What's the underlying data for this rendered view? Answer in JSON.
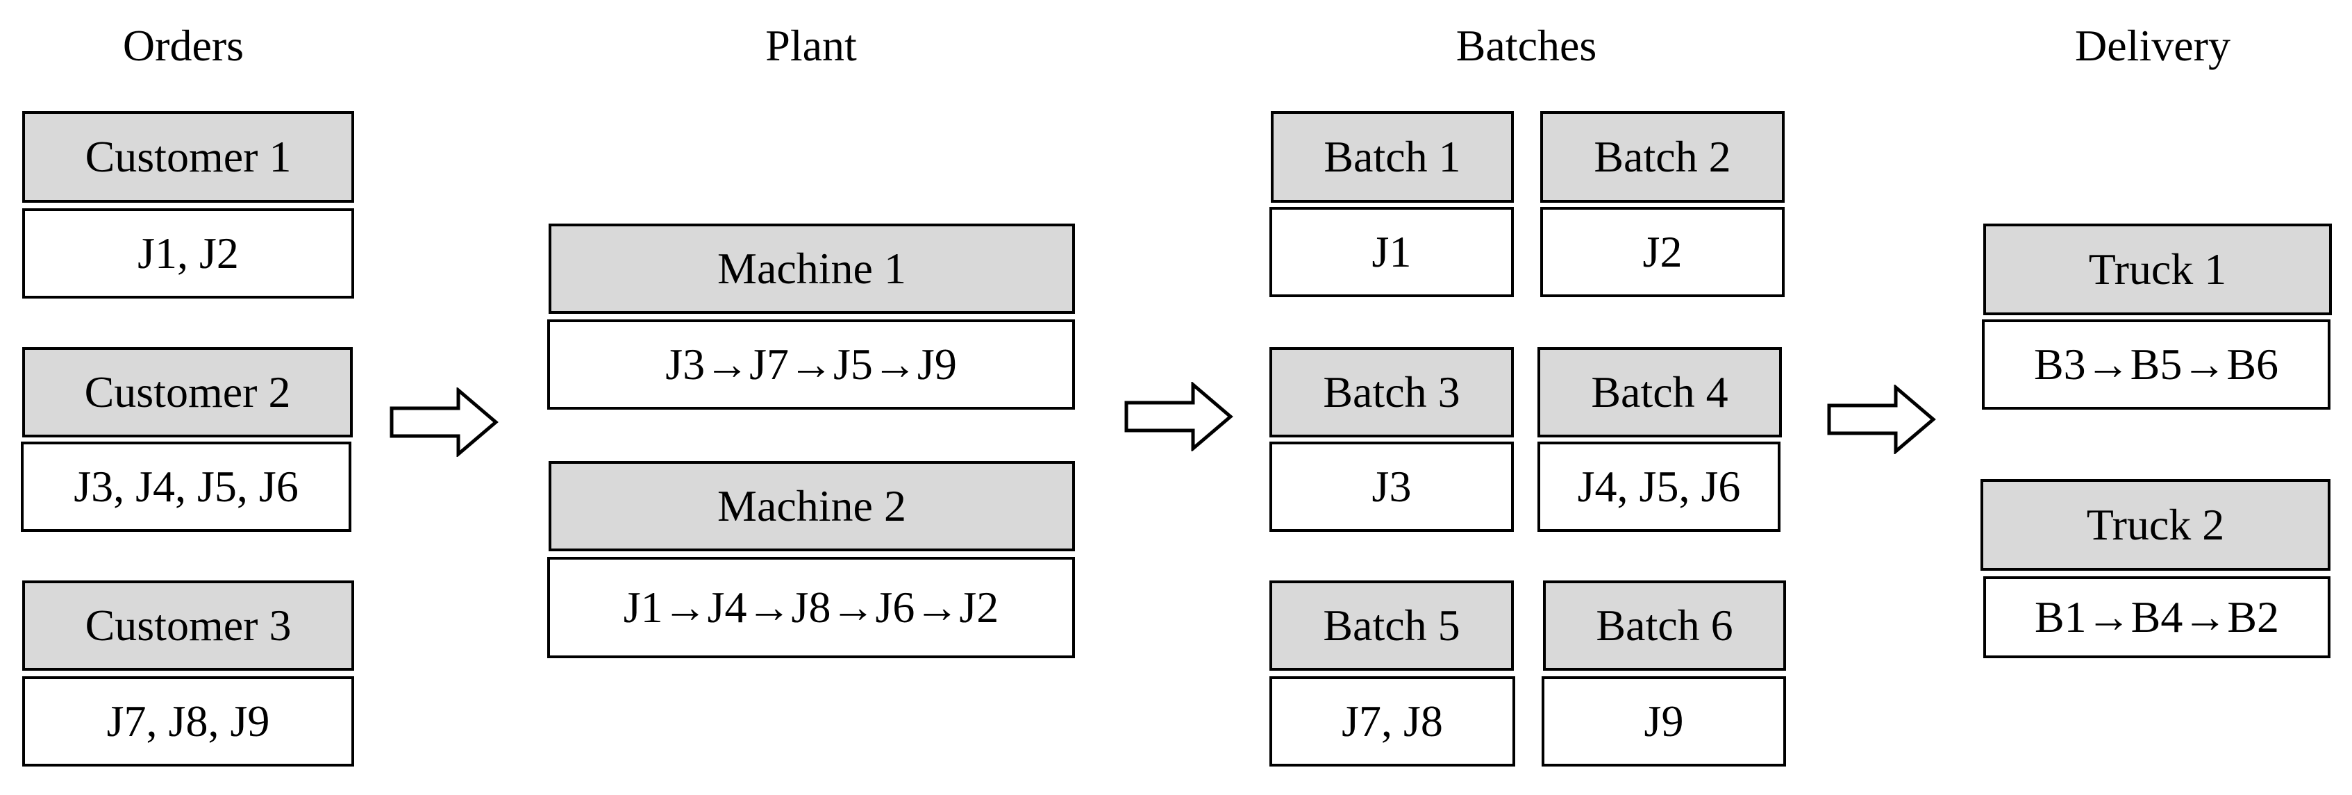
{
  "headings": {
    "orders": "Orders",
    "plant": "Plant",
    "batches": "Batches",
    "delivery": "Delivery"
  },
  "orders": [
    {
      "name": "Customer 1",
      "jobs": "J1, J2"
    },
    {
      "name": "Customer 2",
      "jobs": "J3, J4, J5, J6"
    },
    {
      "name": "Customer 3",
      "jobs": "J7, J8, J9"
    }
  ],
  "plant": [
    {
      "name": "Machine 1",
      "sequence": "J3→J7→J5→J9"
    },
    {
      "name": "Machine 2",
      "sequence": "J1→J4→J8→J6→J2"
    }
  ],
  "batches": [
    {
      "name": "Batch 1",
      "jobs": "J1"
    },
    {
      "name": "Batch 2",
      "jobs": "J2"
    },
    {
      "name": "Batch 3",
      "jobs": "J3"
    },
    {
      "name": "Batch 4",
      "jobs": "J4, J5, J6"
    },
    {
      "name": "Batch 5",
      "jobs": "J7, J8"
    },
    {
      "name": "Batch 6",
      "jobs": "J9"
    }
  ],
  "delivery": [
    {
      "name": "Truck 1",
      "route": "B3→B5→B6"
    },
    {
      "name": "Truck 2",
      "route": "B1→B4→B2"
    }
  ],
  "colors": {
    "header_fill": "#d9d9d9",
    "border": "#000000",
    "background": "#ffffff"
  }
}
